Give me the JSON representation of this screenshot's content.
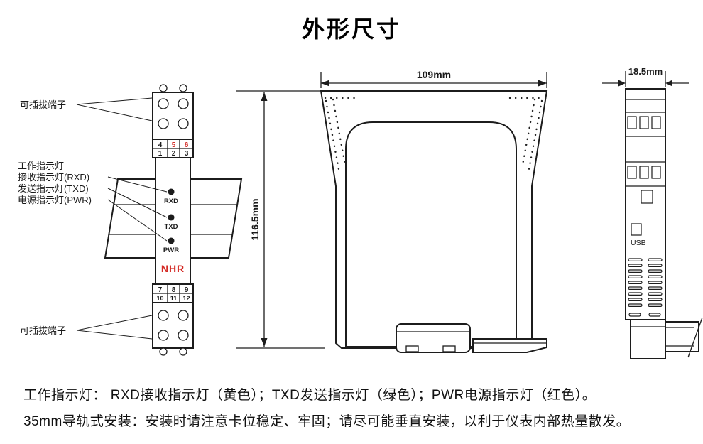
{
  "title": "外形尺寸",
  "colors": {
    "line": "#1c1c1c",
    "terminal_red": "#d42b26",
    "brand_red": "#d42b26"
  },
  "front_view": {
    "label_pluggable_top": "可插拔端子",
    "label_pluggable_bottom": "可插拔端子",
    "indicator_labels": [
      "工作指示灯",
      "接收指示灯(RXD)",
      "发送指示灯(TXD)",
      "电源指示灯(PWR)"
    ],
    "terminal_numbers_top": [
      "4",
      "5",
      "6",
      "1",
      "2",
      "3"
    ],
    "terminal_numbers_bottom": [
      "7",
      "8",
      "9",
      "10",
      "11",
      "12"
    ],
    "led_labels": [
      "RXD",
      "TXD",
      "PWR"
    ],
    "brand": "NHR"
  },
  "side_view": {
    "dim_width": "109mm",
    "dim_height": "116.5mm"
  },
  "end_view": {
    "dim_width": "18.5mm",
    "usb_label": "USB"
  },
  "notes": [
    "工作指示灯： RXD接收指示灯（黄色）；TXD发送指示灯（绿色）；PWR电源指示灯（红色）。",
    "35mm导轨式安装：安装时请注意卡位稳定、牢固；请尽可能垂直安装，以利于仪表内部热量散发。"
  ]
}
